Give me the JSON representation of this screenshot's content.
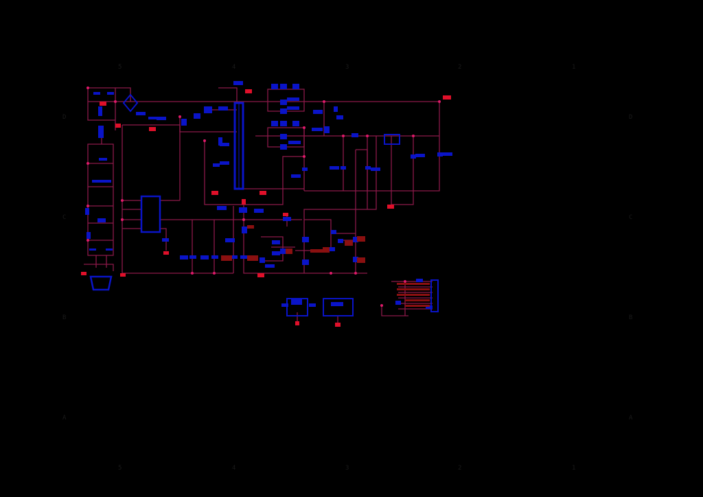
{
  "sheet": {
    "columns_top": [
      "5",
      "4",
      "3",
      "2",
      "1"
    ],
    "columns_bottom": [
      "5",
      "4",
      "3",
      "2",
      "1"
    ],
    "rows_left": [
      "D",
      "C",
      "B",
      "A"
    ],
    "rows_right": [
      "D",
      "C",
      "B",
      "A"
    ]
  },
  "colors": {
    "background": "#000000",
    "wire": "#8c1a4a",
    "component": "#0a14c8",
    "junction": "#e01a6a",
    "power_symbol": "#e0102a",
    "border_text": "#1c1c1c"
  }
}
